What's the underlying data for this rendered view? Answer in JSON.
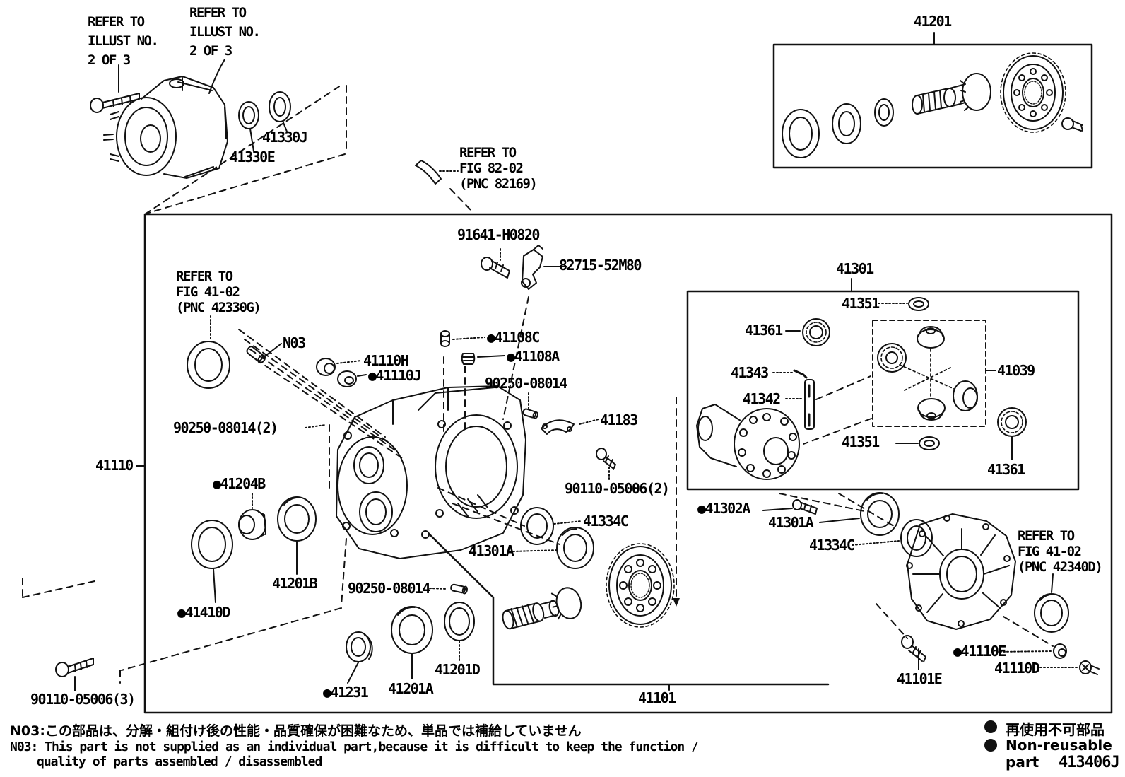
{
  "figure_code": "413406J",
  "legend": {
    "jp": "再使用不可部品",
    "en": "Non-reusable part"
  },
  "notes": {
    "jp": "N03:この部品は、分解・組付け後の性能・品質確保が困難なため、単品では補給していません",
    "en1": "N03: This part is not supplied as an individual part,because it is difficult to keep the function /",
    "en2": "quality of parts assembled / disassembled"
  },
  "labels": {
    "r1": "REFER TO\nILLUST NO.\n2 OF 3",
    "r2": "REFER TO\nILLUST NO.\n2 OF 3",
    "fig8202": "REFER TO\nFIG 82-02\n(PNC 82169)",
    "fig4102L": "REFER TO\nFIG 41-02\n(PNC 42330G)",
    "fig4102R": "REFER TO\nFIG 41-02\n(PNC 42340D)",
    "n41330J": "41330J",
    "n41330E": "41330E",
    "n41201": "41201",
    "n91641": "91641-H0820",
    "n82715": "82715-52M80",
    "n41301": "41301",
    "nN03": "N03",
    "n41110H": "41110H",
    "n41110J": "●41110J",
    "n41108C": "●41108C",
    "n41108A": "●41108A",
    "n90250t": "90250-08014",
    "n41183": "41183",
    "n90250x2": "90250-08014(2)",
    "n41110": "41110",
    "n41204B": "●41204B",
    "n41201B": "41201B",
    "n41410D": "●41410D",
    "n90110x3": "90110-05006(3)",
    "n41231": "●41231",
    "n41201A": "41201A",
    "n41201D": "41201D",
    "n90250b": "90250-08014",
    "n41101": "41101",
    "n90110x2": "90110-05006(2)",
    "n41334Cm": "41334C",
    "n41301Am": "41301A",
    "n41302A": "●41302A",
    "n41301Ar": "41301A",
    "n41334Cr": "41334C",
    "n41351t": "41351",
    "n41361l": "41361",
    "n41343": "41343",
    "n41342": "41342",
    "n41039": "41039",
    "n41351b": "41351",
    "n41361b": "41361",
    "n41110E": "●41110E",
    "n41110D": "41110D",
    "n41101E": "41101E"
  }
}
